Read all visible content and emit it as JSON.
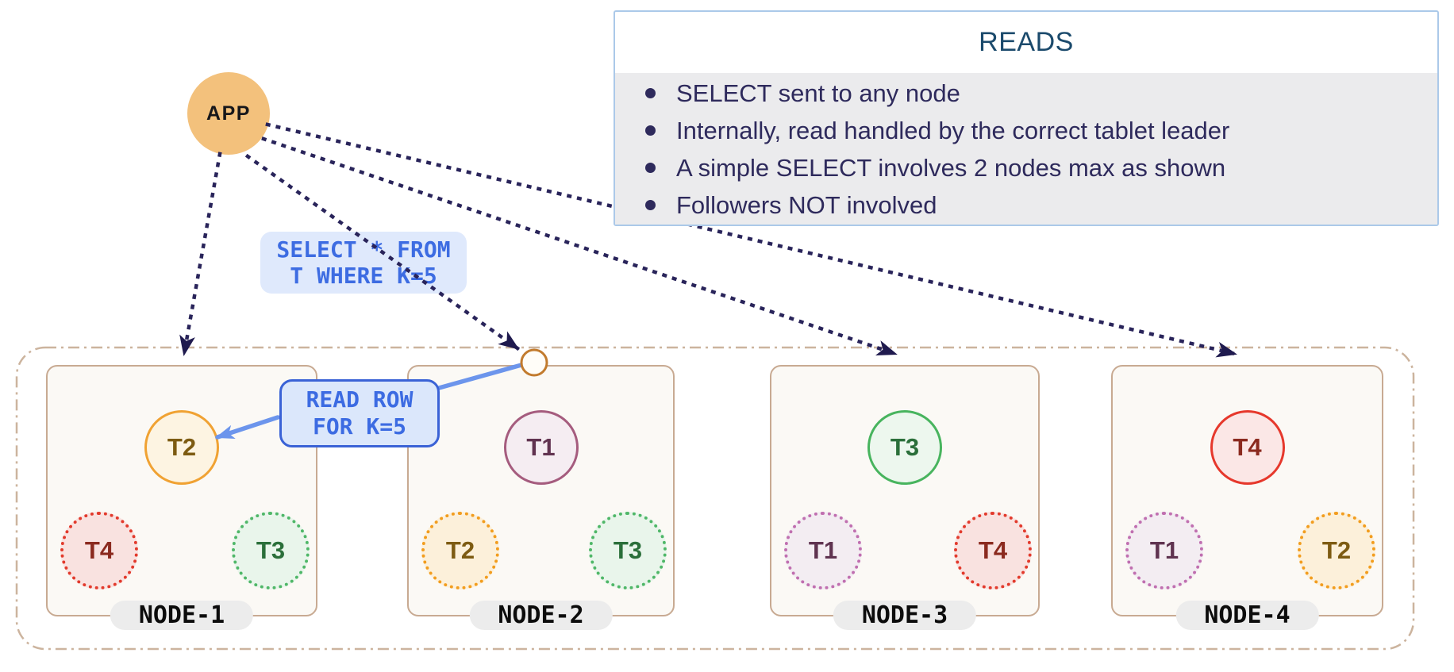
{
  "app": {
    "label": "APP"
  },
  "reads": {
    "title": "READS",
    "bullets": [
      "SELECT sent to any node",
      "Internally, read handled by the correct tablet leader",
      "A simple SELECT involves 2 nodes max as shown",
      "Followers NOT involved"
    ]
  },
  "select_label": {
    "line1": "SELECT * FROM",
    "line2": "T WHERE K=5"
  },
  "read_row_label": {
    "line1": "READ ROW",
    "line2": "FOR K=5"
  },
  "nodes": [
    {
      "name": "NODE-1",
      "leader": {
        "label": "T2",
        "color": "orange"
      },
      "followers": [
        {
          "label": "T4",
          "color": "red"
        },
        {
          "label": "T3",
          "color": "green"
        }
      ]
    },
    {
      "name": "NODE-2",
      "leader": {
        "label": "T1",
        "color": "mauve"
      },
      "followers": [
        {
          "label": "T2",
          "color": "orange"
        },
        {
          "label": "T3",
          "color": "green"
        }
      ]
    },
    {
      "name": "NODE-3",
      "leader": {
        "label": "T3",
        "color": "green"
      },
      "followers": [
        {
          "label": "T1",
          "color": "purple"
        },
        {
          "label": "T4",
          "color": "red"
        }
      ]
    },
    {
      "name": "NODE-4",
      "leader": {
        "label": "T4",
        "color": "red"
      },
      "followers": [
        {
          "label": "T1",
          "color": "purple"
        },
        {
          "label": "T2",
          "color": "orange"
        }
      ]
    }
  ],
  "connections": [
    {
      "from": "app",
      "to": "node-1",
      "style": "dotted"
    },
    {
      "from": "app",
      "to": "node-2-entry-point",
      "style": "dotted"
    },
    {
      "from": "app",
      "to": "node-3",
      "style": "dotted"
    },
    {
      "from": "app",
      "to": "node-4",
      "style": "dotted"
    },
    {
      "from": "node-2-entry-point",
      "to": "read-row-label",
      "style": "solid"
    },
    {
      "from": "read-row-label",
      "to": "node-1-tablet-t2",
      "style": "solid-arrow"
    }
  ],
  "colors": {
    "app_fill": "#f3c17c",
    "arrow_navy": "#29245a",
    "arrowhead_navy": "#1f1a4e",
    "blue_accent": "#3d6ce2",
    "blue_arrow": "#6c95ec",
    "reads_border": "#abc9e9",
    "reads_body_bg": "#ebebed",
    "reads_title_text": "#1b4a6c",
    "reads_bullet_text": "#2e2a5c",
    "node_border": "#c8aa92",
    "node_fill": "#fbf9f5",
    "container_border": "#ccb49e",
    "pill_bg": "#ececec",
    "entry_circle_border": "#c27b2e"
  }
}
